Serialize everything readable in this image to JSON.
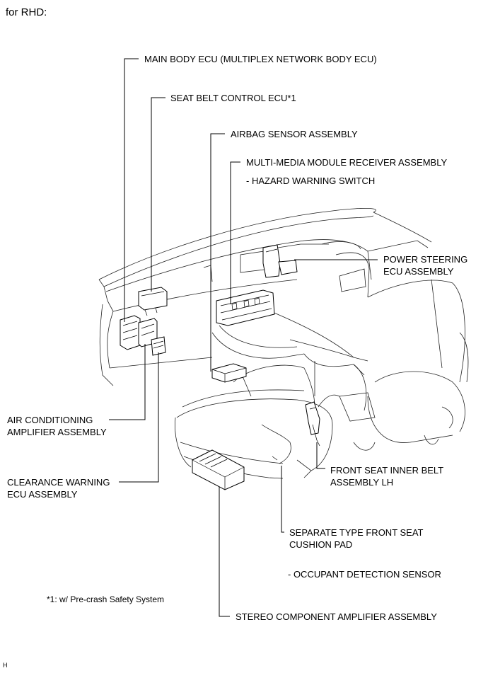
{
  "header": {
    "title": "for RHD:"
  },
  "labels": {
    "main_body_ecu": "MAIN BODY ECU (MULTIPLEX NETWORK BODY ECU)",
    "seat_belt_ecu": "SEAT BELT CONTROL ECU*1",
    "airbag_sensor": "AIRBAG SENSOR ASSEMBLY",
    "multimedia_receiver": "MULTI-MEDIA MODULE RECEIVER ASSEMBLY",
    "hazard_switch": "- HAZARD WARNING SWITCH",
    "power_steering_1": "POWER STEERING",
    "power_steering_2": "ECU ASSEMBLY",
    "air_conditioning_1": "AIR CONDITIONING",
    "air_conditioning_2": "AMPLIFIER ASSEMBLY",
    "clearance_warning_1": "CLEARANCE WARNING",
    "clearance_warning_2": "ECU ASSEMBLY",
    "front_seat_belt_1": "FRONT SEAT INNER BELT",
    "front_seat_belt_2": "ASSEMBLY LH",
    "cushion_pad_1": "SEPARATE TYPE FRONT SEAT",
    "cushion_pad_2": "CUSHION PAD",
    "occupant_sensor": "- OCCUPANT DETECTION SENSOR",
    "stereo_amplifier": "STEREO COMPONENT AMPLIFIER ASSEMBLY"
  },
  "footnote": "*1: w/ Pre-crash Safety System",
  "corner_mark": "H"
}
